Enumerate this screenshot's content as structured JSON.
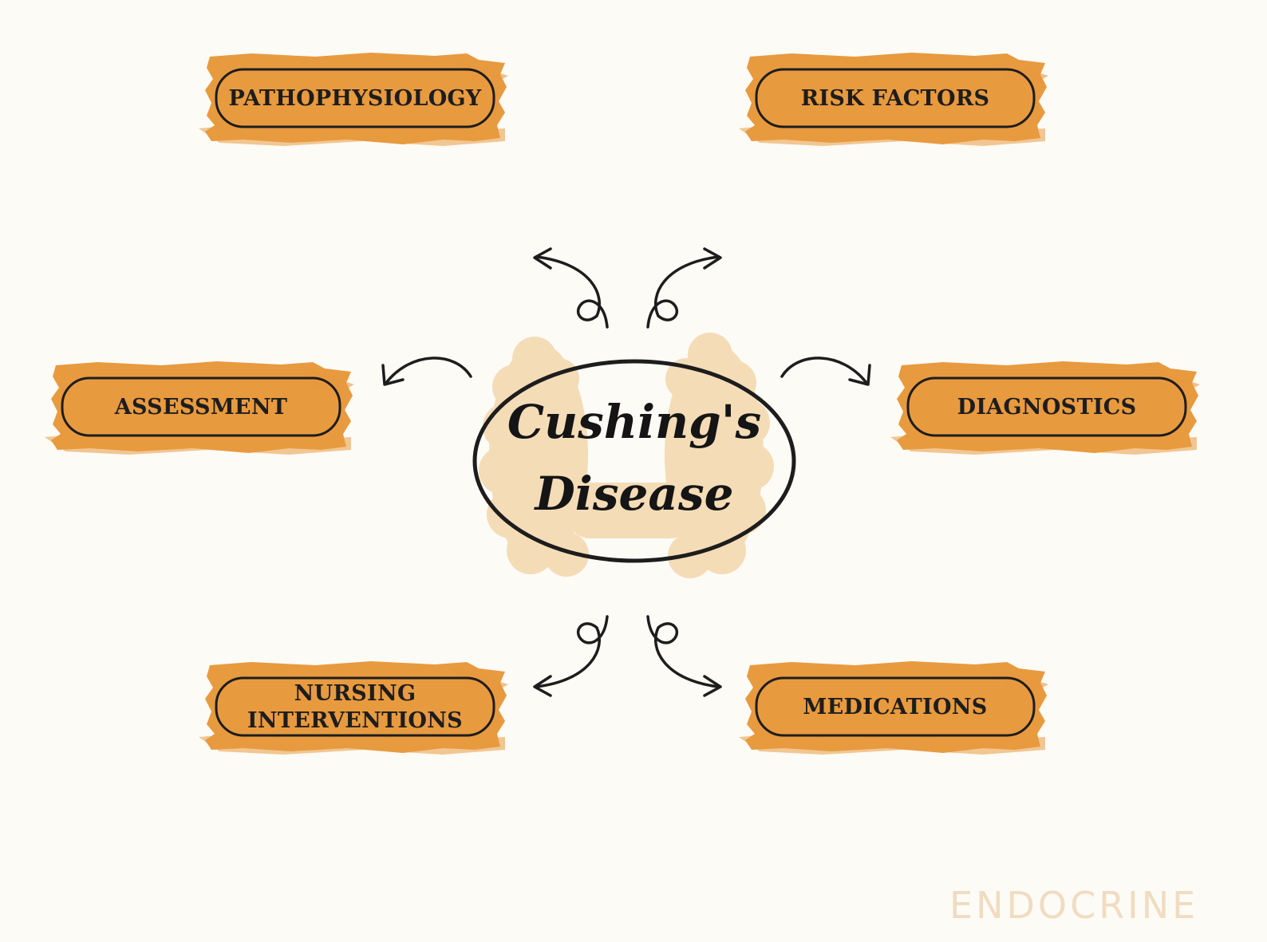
{
  "center": {
    "line1": "Cushing's",
    "line2": "Disease"
  },
  "nodes": [
    {
      "label": "PATHOPHYSIOLOGY"
    },
    {
      "label": "RISK FACTORS"
    },
    {
      "label": "ASSESSMENT"
    },
    {
      "label": "DIAGNOSTICS"
    },
    {
      "label_line1": "NURSING",
      "label_line2": "INTERVENTIONS"
    },
    {
      "label": "MEDICATIONS"
    }
  ],
  "watermark": "ENDOCRINE",
  "colors": {
    "brush": "#e89a3f",
    "background": "#fcfbf6",
    "thyroid": "#f4dcb7",
    "outline": "#1d1d1d"
  }
}
